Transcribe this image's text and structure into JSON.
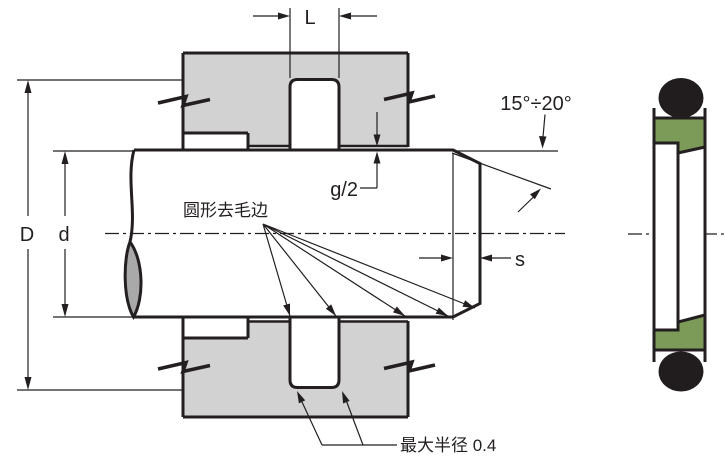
{
  "diagram": {
    "labels": {
      "groove_width": "L",
      "housing_diameter": "D",
      "shaft_diameter": "d",
      "gap_half": "g/2",
      "chamfer_angle": "15°÷20°",
      "chamfer_length": "s"
    },
    "notes": {
      "deburr": "圆形去毛边",
      "max_radius": "最大半径 0.4"
    },
    "colors": {
      "housing_fill": "#d2d2d2",
      "lens_fill": "#a9a9a9",
      "seal_green": "#7d9b58",
      "oring_black": "#211d1e",
      "line": "#231f20",
      "background": "#ffffff"
    }
  }
}
